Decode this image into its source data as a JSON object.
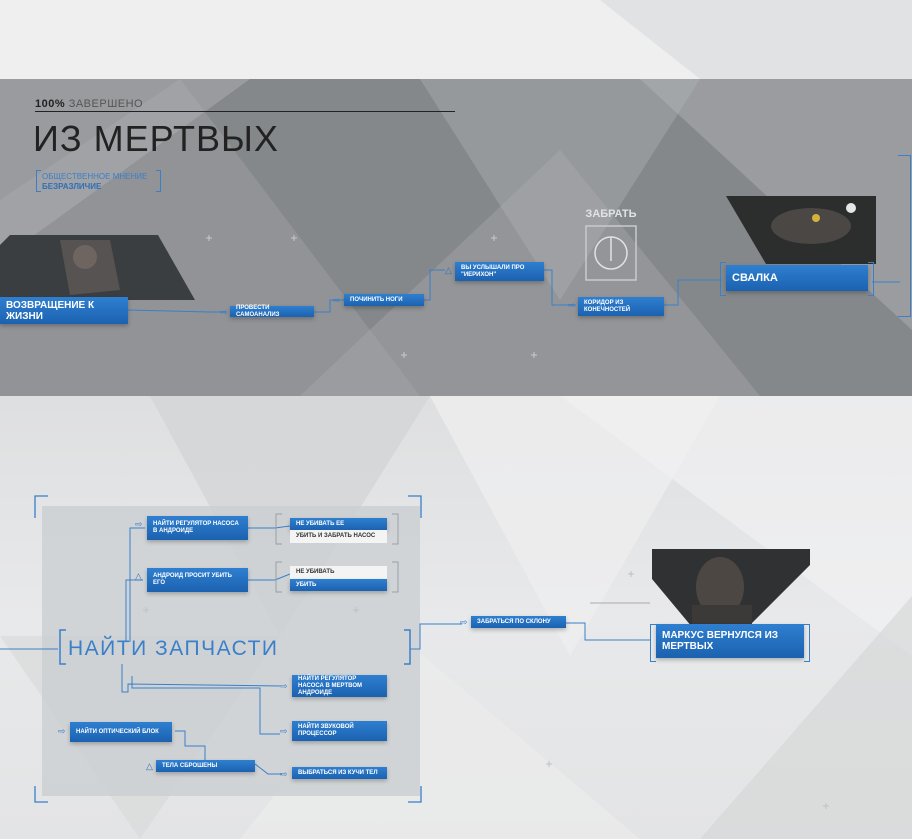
{
  "header": {
    "percent": "100%",
    "status": "ЗАВЕРШЕНО",
    "chapter_title": "ИЗ МЕРТВЫХ",
    "opinion_label": "ОБЩЕСТВЕННОЕ МНЕНИЕ",
    "opinion_value": "БЕЗРАЗЛИЧИЕ"
  },
  "top_flow": {
    "start": "ВОЗВРАЩЕНИЕ К ЖИЗНИ",
    "n1": "ПРОВЕСТИ САМОАНАЛИЗ",
    "n2": "ПОЧИНИТЬ НОГИ",
    "n3": "ВЫ УСЛЫШАЛИ ПРО \"ИЕРИХОН\"",
    "n4": "КОРИДОР ИЗ КОНЕЧНОСТЕЙ",
    "n5": "СВАЛКА",
    "grab_prompt": "ЗАБРАТЬ"
  },
  "bottom_flow": {
    "group_title": "НАЙТИ ЗАПЧАСТИ",
    "a1": "НАЙТИ РЕГУЛЯТОР НАСОСА В АНДРОИДЕ",
    "a1_c1": "НЕ УБИВАТЬ ЕЕ",
    "a1_c2": "УБИТЬ И ЗАБРАТЬ НАСОС",
    "a2": "АНДРОИД ПРОСИТ УБИТЬ ЕГО",
    "a2_c1": "НЕ УБИВАТЬ",
    "a2_c2": "УБИТЬ",
    "b1": "НАЙТИ РЕГУЛЯТОР НАСОСА В МЕРТВОМ АНДРОИДЕ",
    "b2": "НАЙТИ ОПТИЧЕСКИЙ БЛОК",
    "b3": "НАЙТИ ЗВУКОВОЙ ПРОЦЕССОР",
    "b4": "ТЕЛА СБРОШЕНЫ",
    "b5": "ВЫБРАТЬСЯ ИЗ КУЧИ ТЕЛ",
    "c1": "ЗАБРАТЬСЯ ПО СКЛОНУ",
    "end": "МАРКУС ВЕРНУЛСЯ ИЗ МЕРТВЫХ"
  },
  "colors": {
    "accent": "#2f7fd0",
    "line": "#3a7fc9"
  }
}
